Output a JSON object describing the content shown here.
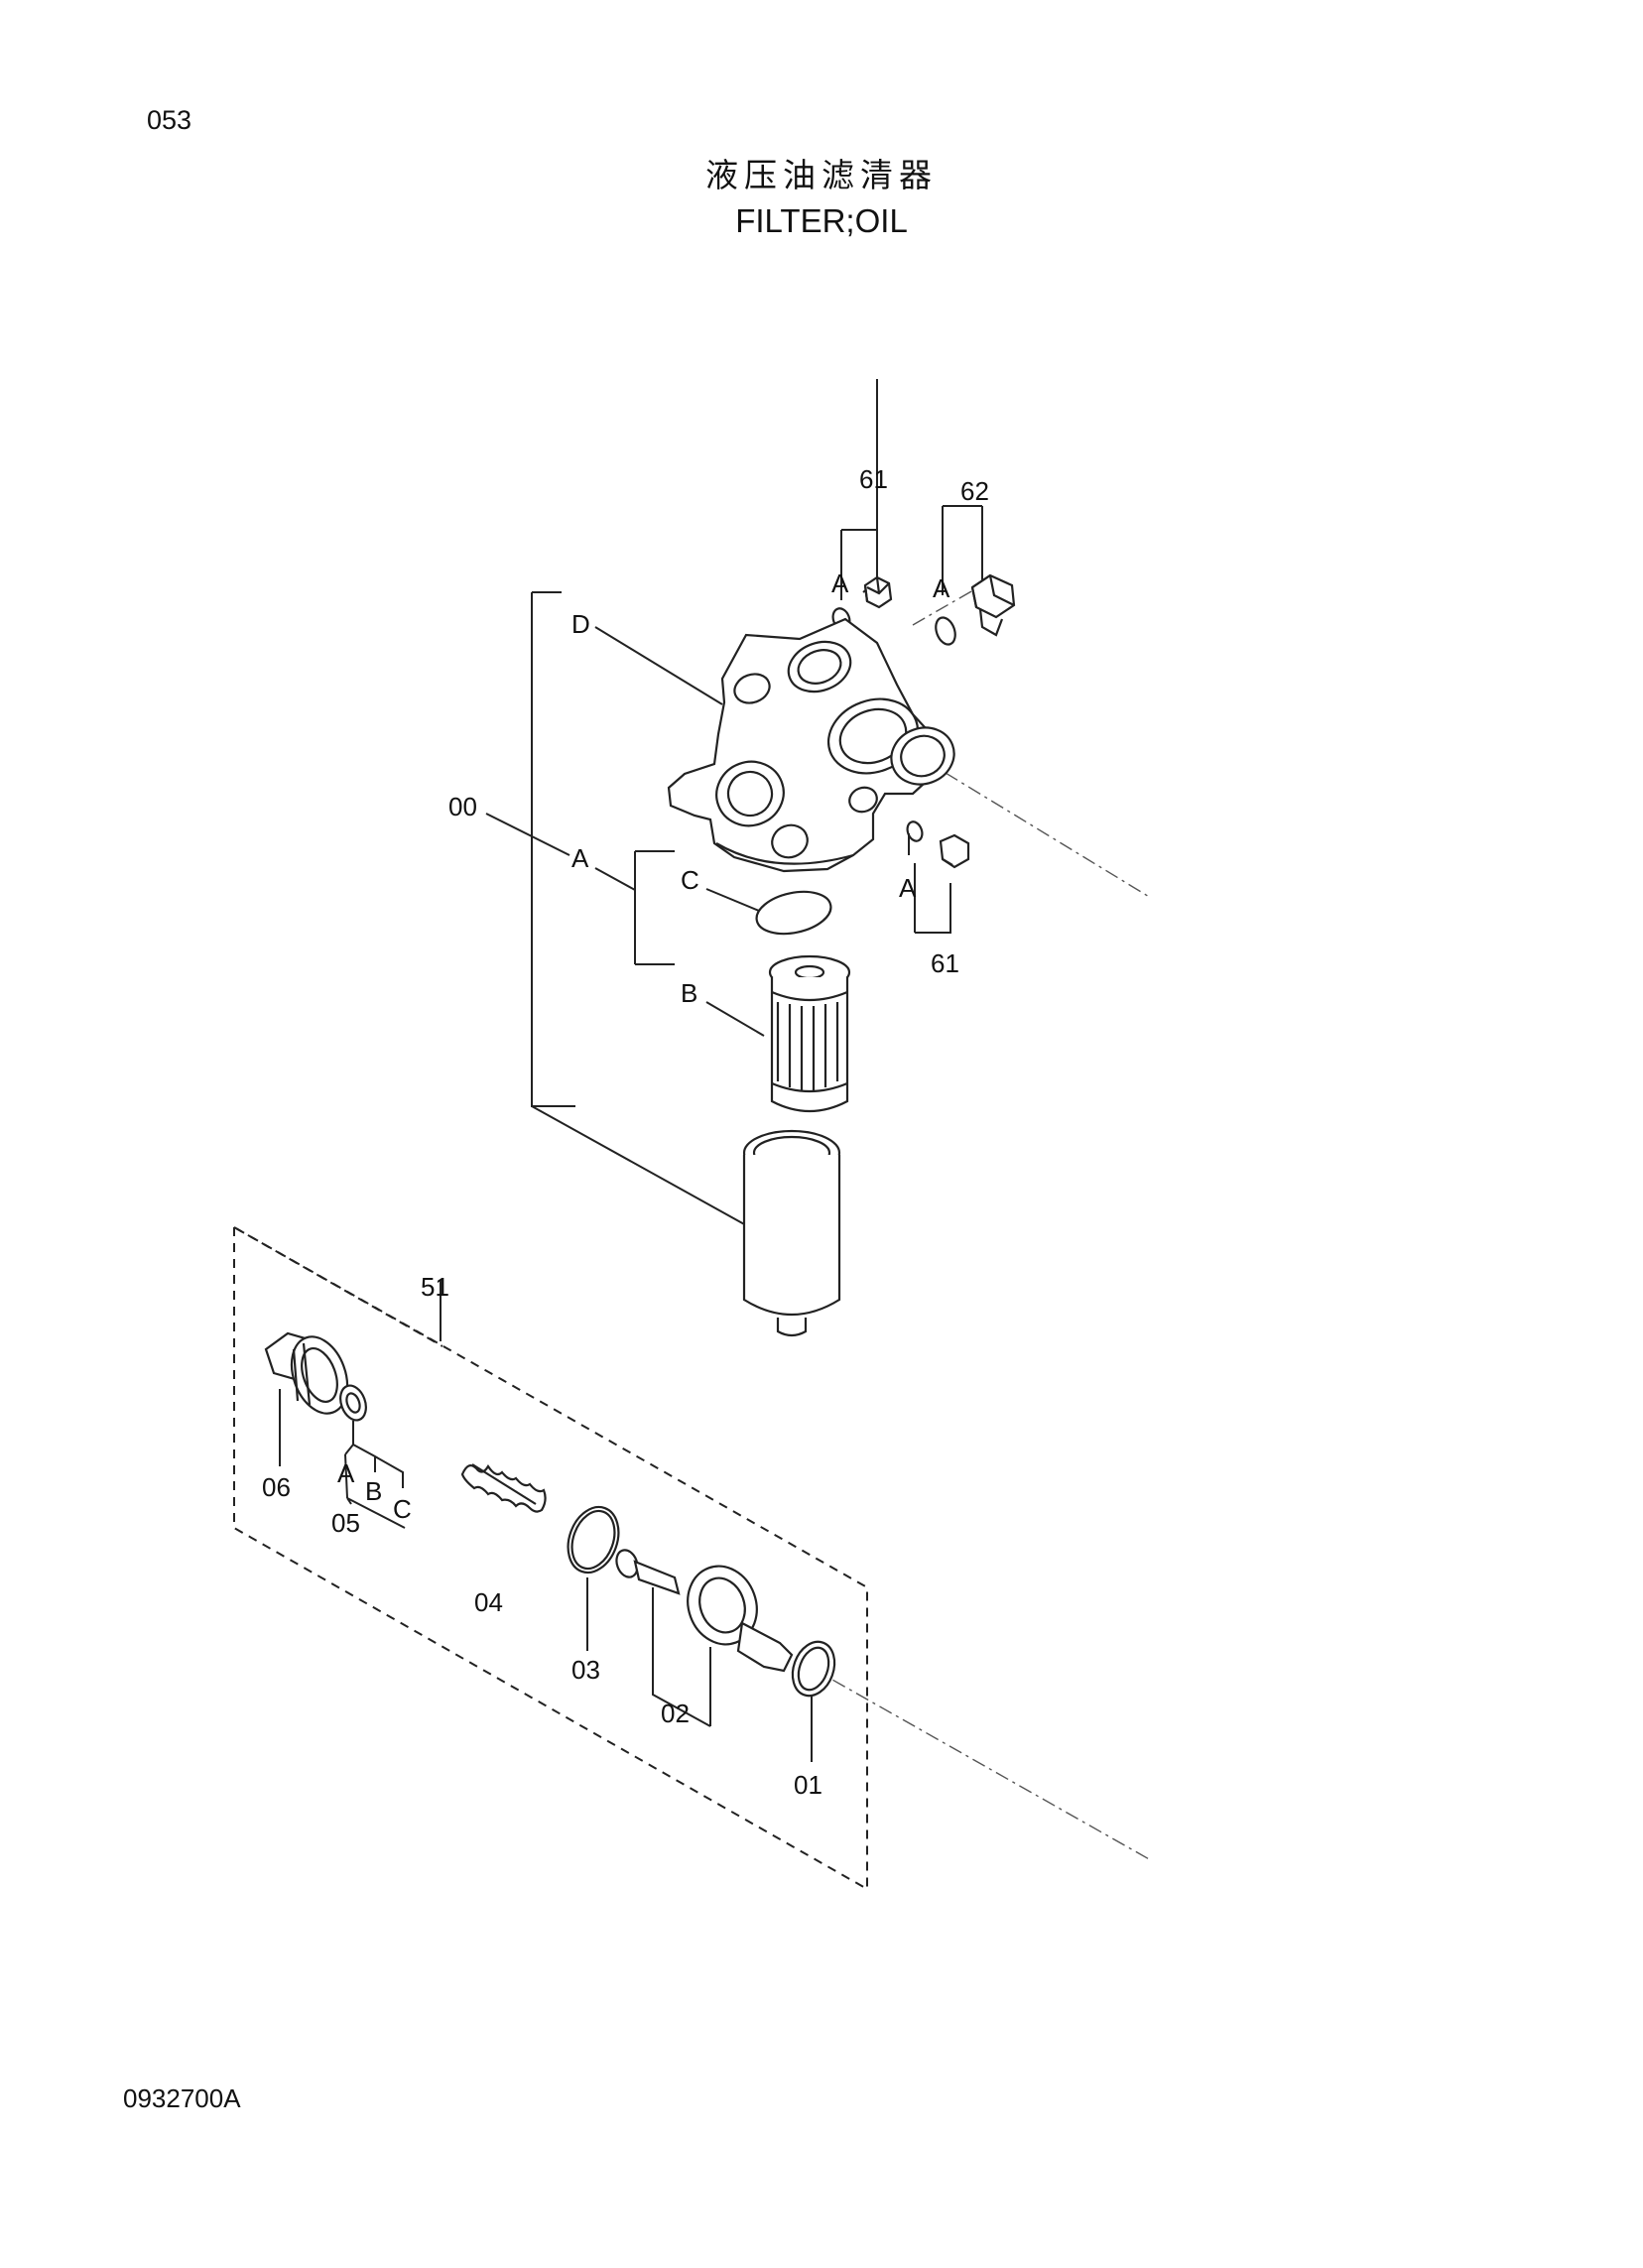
{
  "page": {
    "page_number": "053",
    "title_cn": "液压油滤清器",
    "title_en": "FILTER;OIL",
    "document_code": "0932700A"
  },
  "callouts": {
    "c61_top": "61",
    "c62": "62",
    "cA_61_top": "A",
    "cA_62": "A",
    "cD": "D",
    "c00": "00",
    "cA_00": "A",
    "cC_00": "C",
    "cB_00": "B",
    "cA_61_bot": "A",
    "c61_bot": "61",
    "c51": "51",
    "c06": "06",
    "cA_05": "A",
    "cB_05": "B",
    "cC_05": "C",
    "c05": "05",
    "c04": "04",
    "c03": "03",
    "c02": "02",
    "c01": "01"
  }
}
